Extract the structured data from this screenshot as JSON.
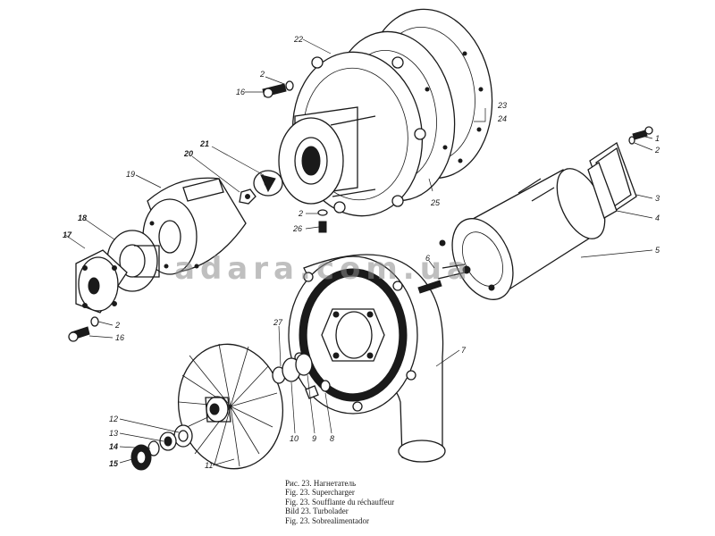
{
  "figure": {
    "caption_lines": [
      "Рис. 23. Нагнетатель",
      "Fig. 23. Supercharger",
      "Fig. 23. Soufflante du réchauffeur",
      "Bild 23. Turbolader",
      "Fig. 23. Sobrealimentador"
    ],
    "watermark": "adara.com.ua"
  },
  "callouts": {
    "c1": "1",
    "c2_top": "2",
    "c2_right": "2",
    "c2_mid": "2",
    "c2_left": "2",
    "c3": "3",
    "c4": "4",
    "c5": "5",
    "c6": "6",
    "c7": "7",
    "c8": "8",
    "c9": "9",
    "c10": "10",
    "c11": "11",
    "c12": "12",
    "c13": "13",
    "c14": "14",
    "c15": "15",
    "c16_top": "16",
    "c16_bottom": "16",
    "c17": "17",
    "c18": "18",
    "c19": "19",
    "c20": "20",
    "c21": "21",
    "c22": "22",
    "c23": "23",
    "c24": "24",
    "c25": "25",
    "c26": "26",
    "c27": "27"
  }
}
